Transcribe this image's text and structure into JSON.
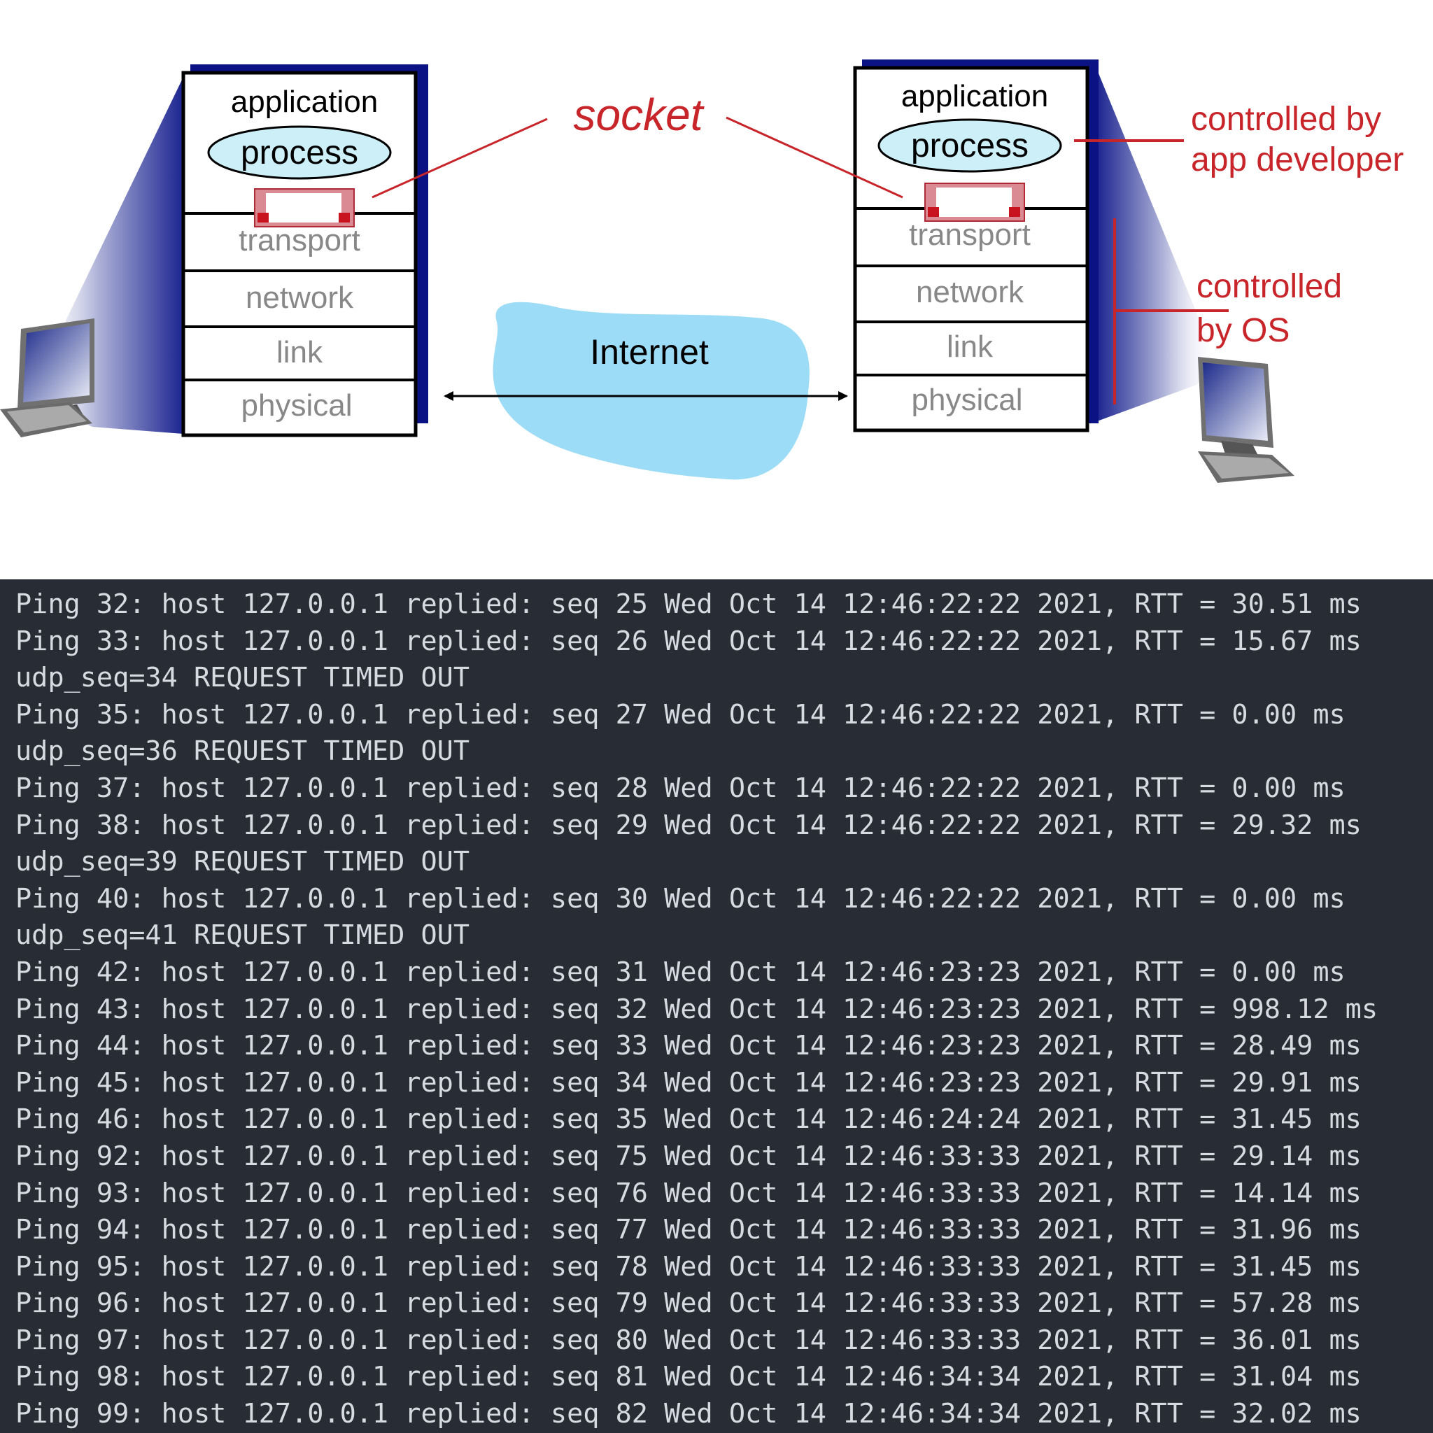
{
  "diagram": {
    "socket_label": "socket",
    "internet_label": "Internet",
    "controlled_by_app_developer": [
      "controlled by",
      "app developer"
    ],
    "controlled_by_os": [
      "controlled",
      "by OS"
    ],
    "left_stack": {
      "application": "application",
      "process": "process",
      "layers": [
        "transport",
        "network",
        "link",
        "physical"
      ]
    },
    "right_stack": {
      "application": "application",
      "process": "process",
      "layers": [
        "transport",
        "network",
        "link",
        "physical"
      ]
    },
    "colors": {
      "accent_red": "#c8252b",
      "stack_shadow": "#0b1283",
      "cloud": "#9ddcf6",
      "process_ellipse": "#cdeff8",
      "socket_box": "#d98a92",
      "layer_text_gray": "#888888"
    },
    "icons": [
      "computer-icon",
      "computer-icon"
    ]
  },
  "terminal": {
    "background": "#282c34",
    "text_color": "#d7dae0",
    "lines": [
      "Ping 32: host 127.0.0.1 replied: seq 25 Wed Oct 14 12:46:22:22 2021, RTT = 30.51 ms",
      "Ping 33: host 127.0.0.1 replied: seq 26 Wed Oct 14 12:46:22:22 2021, RTT = 15.67 ms",
      "udp_seq=34 REQUEST TIMED OUT",
      "Ping 35: host 127.0.0.1 replied: seq 27 Wed Oct 14 12:46:22:22 2021, RTT = 0.00 ms",
      "udp_seq=36 REQUEST TIMED OUT",
      "Ping 37: host 127.0.0.1 replied: seq 28 Wed Oct 14 12:46:22:22 2021, RTT = 0.00 ms",
      "Ping 38: host 127.0.0.1 replied: seq 29 Wed Oct 14 12:46:22:22 2021, RTT = 29.32 ms",
      "udp_seq=39 REQUEST TIMED OUT",
      "Ping 40: host 127.0.0.1 replied: seq 30 Wed Oct 14 12:46:22:22 2021, RTT = 0.00 ms",
      "udp_seq=41 REQUEST TIMED OUT",
      "Ping 42: host 127.0.0.1 replied: seq 31 Wed Oct 14 12:46:23:23 2021, RTT = 0.00 ms",
      "Ping 43: host 127.0.0.1 replied: seq 32 Wed Oct 14 12:46:23:23 2021, RTT = 998.12 ms",
      "Ping 44: host 127.0.0.1 replied: seq 33 Wed Oct 14 12:46:23:23 2021, RTT = 28.49 ms",
      "Ping 45: host 127.0.0.1 replied: seq 34 Wed Oct 14 12:46:23:23 2021, RTT = 29.91 ms",
      "Ping 46: host 127.0.0.1 replied: seq 35 Wed Oct 14 12:46:24:24 2021, RTT = 31.45 ms",
      "Ping 92: host 127.0.0.1 replied: seq 75 Wed Oct 14 12:46:33:33 2021, RTT = 29.14 ms",
      "Ping 93: host 127.0.0.1 replied: seq 76 Wed Oct 14 12:46:33:33 2021, RTT = 14.14 ms",
      "Ping 94: host 127.0.0.1 replied: seq 77 Wed Oct 14 12:46:33:33 2021, RTT = 31.96 ms",
      "Ping 95: host 127.0.0.1 replied: seq 78 Wed Oct 14 12:46:33:33 2021, RTT = 31.45 ms",
      "Ping 96: host 127.0.0.1 replied: seq 79 Wed Oct 14 12:46:33:33 2021, RTT = 57.28 ms",
      "Ping 97: host 127.0.0.1 replied: seq 80 Wed Oct 14 12:46:33:33 2021, RTT = 36.01 ms",
      "Ping 98: host 127.0.0.1 replied: seq 81 Wed Oct 14 12:46:34:34 2021, RTT = 31.04 ms",
      "Ping 99: host 127.0.0.1 replied: seq 82 Wed Oct 14 12:46:34:34 2021, RTT = 32.02 ms"
    ]
  }
}
